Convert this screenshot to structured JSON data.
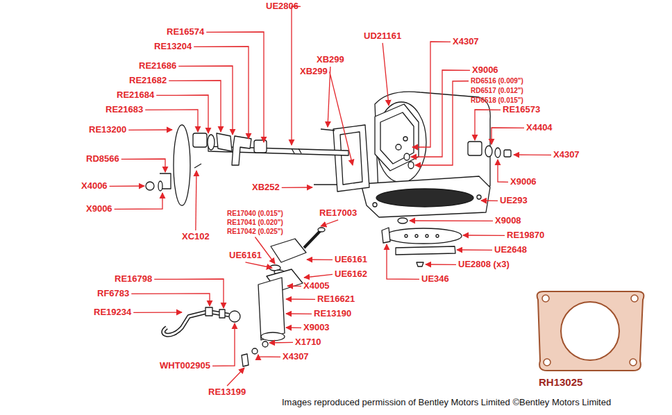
{
  "diagram": {
    "labels": [
      "UE2806",
      "RE16574",
      "RE13204",
      "RE21686",
      "RE21682",
      "RE21684",
      "RE21683",
      "RE13200",
      "RD8566",
      "X4006",
      "X9006",
      "XC102",
      "XB299",
      "XB299",
      "UD21161",
      "X4307",
      "X9006",
      "RD6516 (0.009\")",
      "RD6517 (0.012\")",
      "RD6518 (0.015\")",
      "RE16573",
      "X4404",
      "X4307",
      "X9006",
      "UE293",
      "XB252",
      "X9008",
      "RE19870",
      "UE2648",
      "UE2808 (x3)",
      "UE346",
      "RE17040 (0.015\")",
      "RE17041 (0.020\")",
      "RE17042 (0.025\")",
      "RE17003",
      "UE6161",
      "UE6161",
      "UE6162",
      "RE16798",
      "RF6783",
      "RE19234",
      "X4005",
      "RE16621",
      "RE13190",
      "X9003",
      "X1710",
      "X4307",
      "WHT002905",
      "RE13199",
      "RH13025",
      "Images reproduced permission of Bentley Motors Limited ©Bentley Motors Limited"
    ]
  }
}
